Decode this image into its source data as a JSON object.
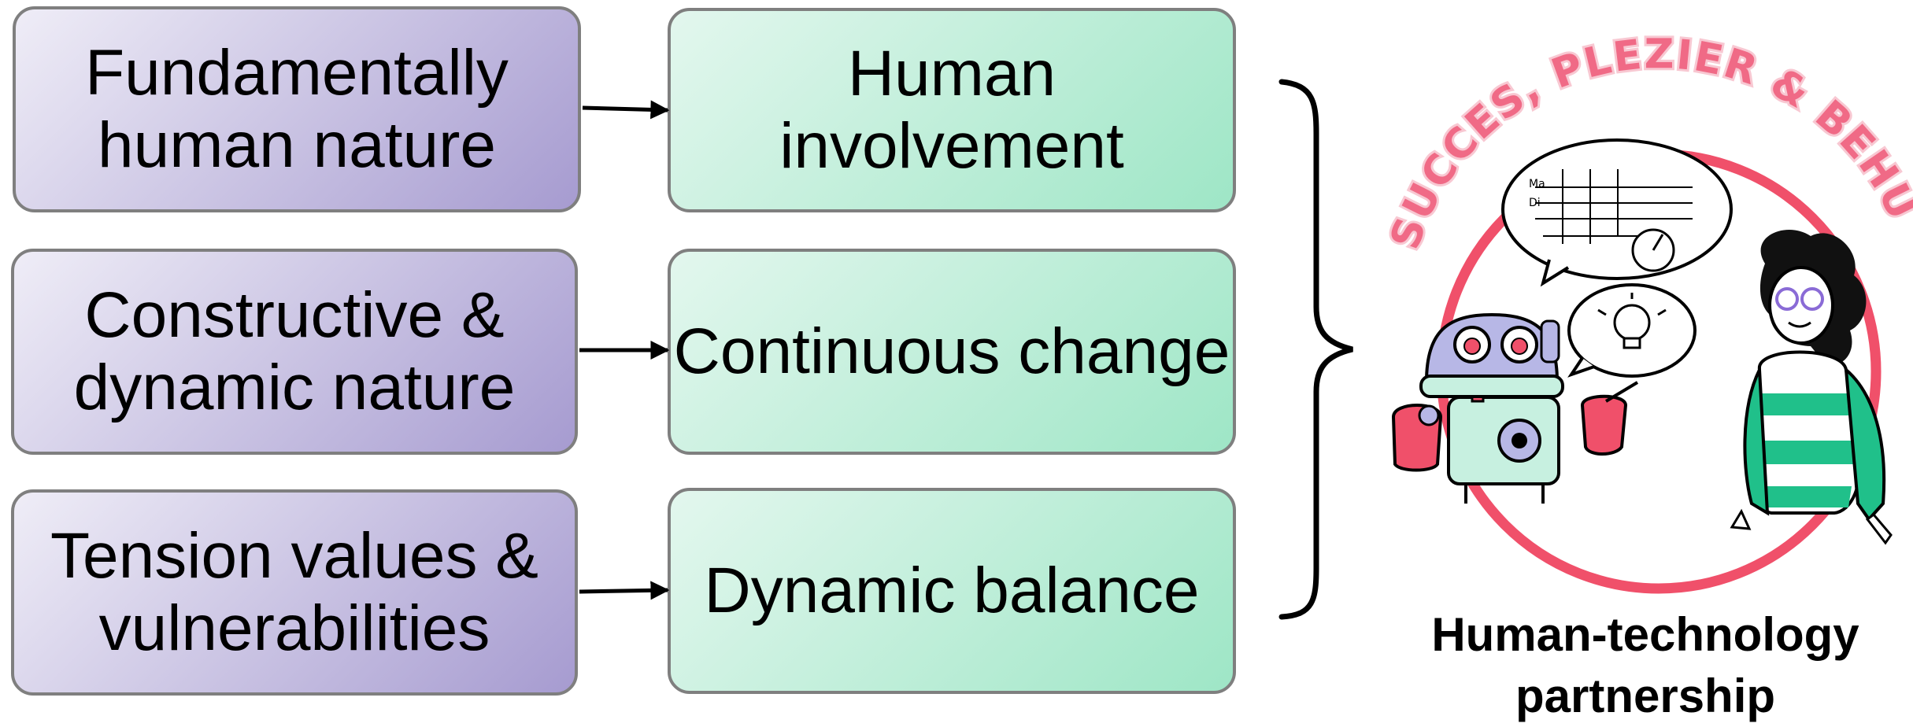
{
  "causes": [
    {
      "label": "Fundamentally human nature"
    },
    {
      "label": "Constructive & dynamic nature"
    },
    {
      "label": "Tension values & vulnerabilities"
    }
  ],
  "principles": [
    {
      "label": "Human involvement"
    },
    {
      "label": "Continuous change"
    },
    {
      "label": "Dynamic balance"
    }
  ],
  "illustration": {
    "arc_text": "SUCCES, PLEZIER & BEHULPZAAMHEID",
    "chart_labels": [
      "Ma",
      "Di"
    ]
  },
  "caption": "Human-technology partnership",
  "colors": {
    "cause_box": "#a69bd0",
    "principle_box": "#9ee6c6",
    "box_border": "#7f7f7f",
    "ring": "#f0506a",
    "robot_body": "#c7f0e0",
    "shirt_stripe": "#20c08a"
  }
}
